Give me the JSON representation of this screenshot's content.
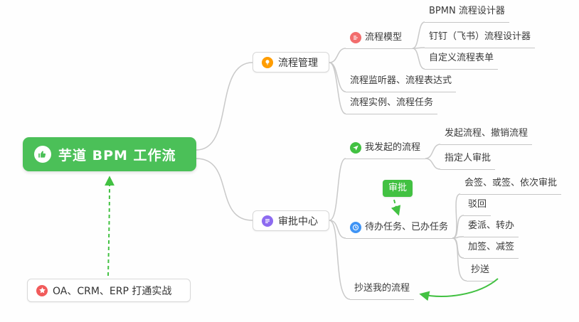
{
  "nodes": {
    "root": "芋道 BPM 工作流",
    "process_mgmt": "流程管理",
    "process_model": "流程模型",
    "bpmn_designer": "BPMN 流程设计器",
    "dingtalk_designer": "钉钉（飞书）流程设计器",
    "custom_form": "自定义流程表单",
    "listener_expression": "流程监听器、流程表达式",
    "instance_task": "流程实例、流程任务",
    "approval_center": "审批中心",
    "my_initiated": "我发起的流程",
    "initiate_cancel": "发起流程、撤销流程",
    "assignee_approval": "指定人审批",
    "approval_tag": "审批",
    "todo_done": "待办任务、已办任务",
    "countersign": "会签、或签、依次审批",
    "reject": "驳回",
    "delegate_transfer": "委派、转办",
    "add_reduce_sign": "加签、减签",
    "cc": "抄送",
    "cc_my_process": "抄送我的流程",
    "oa_practice": "OA、CRM、ERP 打通实战"
  },
  "colors": {
    "root_green": "#4bc058",
    "arrow_green": "#42c142",
    "orange": "#ff9d00",
    "pink": "#f26d6d",
    "purple": "#8d6bf0",
    "blue": "#3f94f5",
    "red": "#f15b5b",
    "line_gray": "#c9c9c9"
  }
}
